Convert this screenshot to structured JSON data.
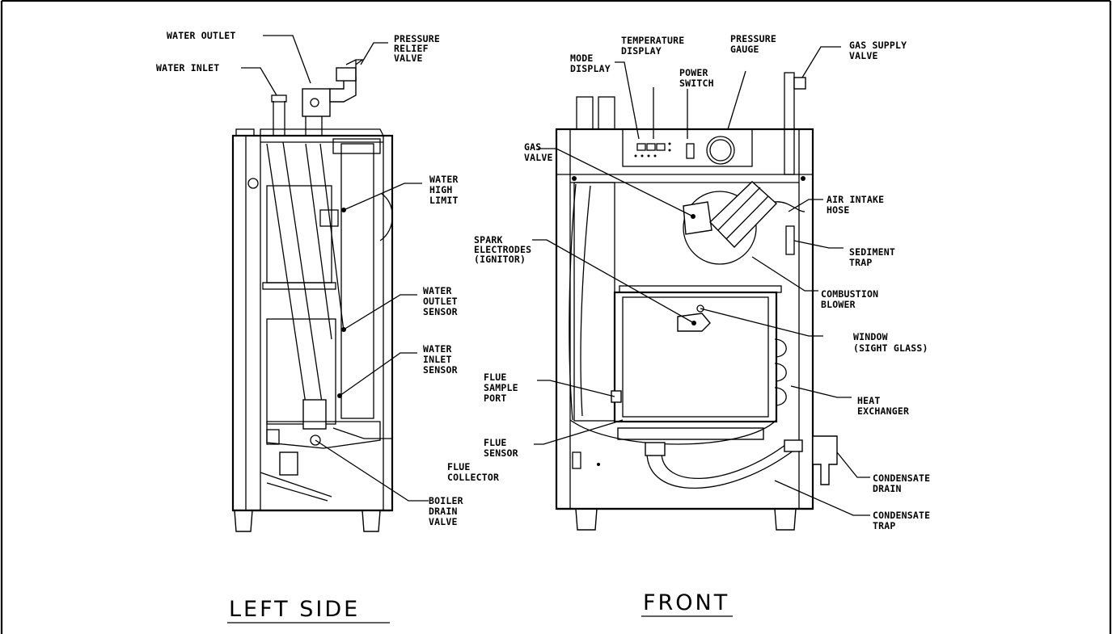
{
  "labels": {
    "water_outlet": [
      "WATER OUTLET"
    ],
    "water_inlet": [
      "WATER INLET"
    ],
    "pressure_relief_valve": [
      "PRESSURE",
      "RELIEF",
      "VALVE"
    ],
    "water_high_limit": [
      "WATER",
      "HIGH",
      "LIMIT"
    ],
    "water_outlet_sensor": [
      "WATER",
      "OUTLET",
      "SENSOR"
    ],
    "water_inlet_sensor": [
      "WATER",
      "INLET",
      "SENSOR"
    ],
    "flue_collector": [
      "FLUE",
      "COLLECTOR"
    ],
    "boiler_drain_valve": [
      "BOILER",
      "DRAIN",
      "VALVE"
    ],
    "mode_display": [
      "MODE",
      "DISPLAY"
    ],
    "temperature_display": [
      "TEMPERATURE",
      "DISPLAY"
    ],
    "power_switch": [
      "POWER",
      "SWITCH"
    ],
    "pressure_gauge": [
      "PRESSURE",
      "GAUGE"
    ],
    "gas_supply_valve": [
      "GAS SUPPLY",
      "VALVE"
    ],
    "gas_valve": [
      "GAS",
      "VALVE"
    ],
    "air_intake_hose": [
      "AIR INTAKE",
      "HOSE"
    ],
    "sediment_trap": [
      "SEDIMENT",
      "TRAP"
    ],
    "spark_electrodes": [
      "SPARK",
      "ELECTRODES",
      "(IGNITOR)"
    ],
    "combustion_blower": [
      "COMBUSTION",
      "BLOWER"
    ],
    "window_sight_glass": [
      "WINDOW",
      "(SIGHT GLASS)"
    ],
    "flue_sample_port": [
      "FLUE",
      "SAMPLE",
      "PORT"
    ],
    "heat_exchanger": [
      "HEAT",
      "EXCHANGER"
    ],
    "flue_sensor": [
      "FLUE",
      "SENSOR"
    ],
    "condensate_drain": [
      "CONDENSATE",
      "DRAIN"
    ],
    "condensate_trap": [
      "CONDENSATE",
      "TRAP"
    ]
  },
  "views": {
    "left_side": "LEFT SIDE",
    "front": "FRONT"
  }
}
